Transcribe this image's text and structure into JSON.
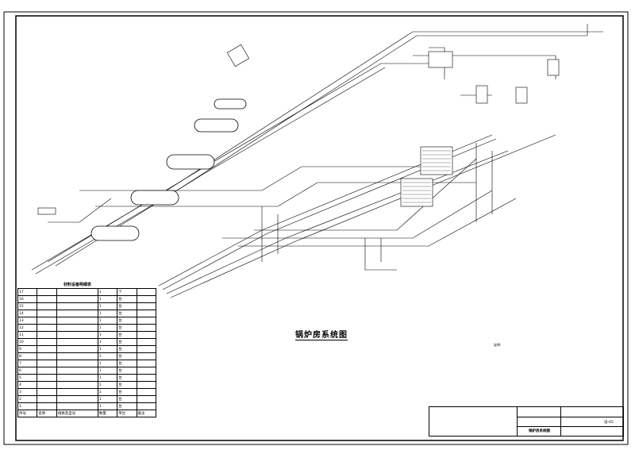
{
  "drawing": {
    "title": "锅炉房系统图",
    "table_title": "材料设备明细表",
    "table_headers": [
      "序号",
      "名称",
      "规格及型号",
      "数量",
      "单位",
      "备注"
    ],
    "table_rows": [
      [
        "17",
        "",
        "",
        "1",
        "个",
        ""
      ],
      [
        "16",
        "",
        "",
        "1",
        "台",
        ""
      ],
      [
        "15",
        "",
        "",
        "1",
        "台",
        ""
      ],
      [
        "14",
        "",
        "",
        "1",
        "台",
        ""
      ],
      [
        "13",
        "",
        "",
        "1",
        "台",
        ""
      ],
      [
        "12",
        "",
        "",
        "1",
        "台",
        ""
      ],
      [
        "11",
        "",
        "",
        "1",
        "台",
        ""
      ],
      [
        "10",
        "",
        "",
        "1",
        "台",
        ""
      ],
      [
        "9",
        "",
        "",
        "1",
        "台",
        ""
      ],
      [
        "8",
        "",
        "",
        "1",
        "台",
        ""
      ],
      [
        "7",
        "",
        "",
        "1",
        "台",
        ""
      ],
      [
        "6",
        "",
        "",
        "1",
        "台",
        ""
      ],
      [
        "5",
        "",
        "",
        "1",
        "台",
        ""
      ],
      [
        "4",
        "",
        "",
        "1",
        "台",
        ""
      ],
      [
        "3",
        "",
        "",
        "1",
        "台",
        ""
      ],
      [
        "2",
        "",
        "",
        "1",
        "台",
        ""
      ],
      [
        "1",
        "",
        "",
        "1",
        "台",
        ""
      ]
    ],
    "notes_label": "说明:",
    "title_block": {
      "drawing_name": "锅炉房系统图",
      "sheet_no": "设-02"
    }
  }
}
